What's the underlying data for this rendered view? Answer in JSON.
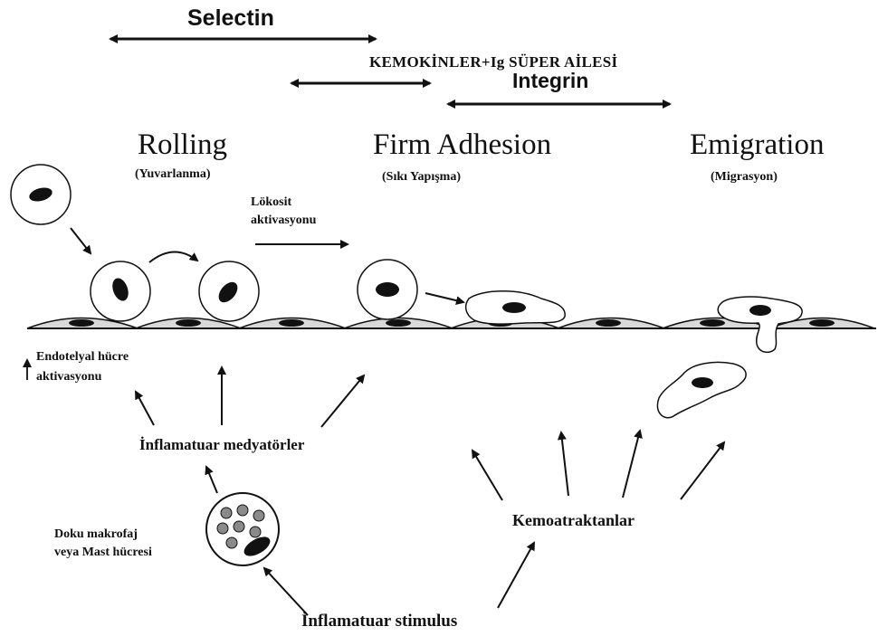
{
  "colors": {
    "ink": "#111111",
    "cell_fill": "#ffffff",
    "nucleus": "#111111",
    "endothelium": "#d9d9d9",
    "granule": "#8a8a8a"
  },
  "molecules": {
    "selectin": "Selectin",
    "kemokin": "KEMOKİNLER+Ig SÜPER AİLESİ",
    "integrin": "Integrin"
  },
  "stages": {
    "rolling": {
      "title": "Rolling",
      "subtitle": "(Yuvarlanma)"
    },
    "firm_adhesion": {
      "title": "Firm Adhesion",
      "subtitle": "(Sıkı Yapışma)"
    },
    "emigration": {
      "title": "Emigration",
      "subtitle": "(Migrasyon)"
    }
  },
  "labels": {
    "lokosit_line1": "Lökosit",
    "lokosit_line2": "aktivasyonu",
    "endotel_line1": "Endotelyal hücre",
    "endotel_line2": "aktivasyonu",
    "mediators": "İnflamatuar medyatörler",
    "macrophage_line1": "Doku makrofaj",
    "macrophage_line2": "veya Mast hücresi",
    "chemoattractants": "Kemoatraktanlar",
    "stimulus": "İnflamatuar stimulus"
  },
  "icons": {
    "arrow": "arrow-icon",
    "double_arrow": "double-arrow-icon",
    "leukocyte": "leukocyte-icon",
    "endothelial_cell": "endothelial-cell-icon",
    "mast_cell": "mast-cell-icon"
  }
}
